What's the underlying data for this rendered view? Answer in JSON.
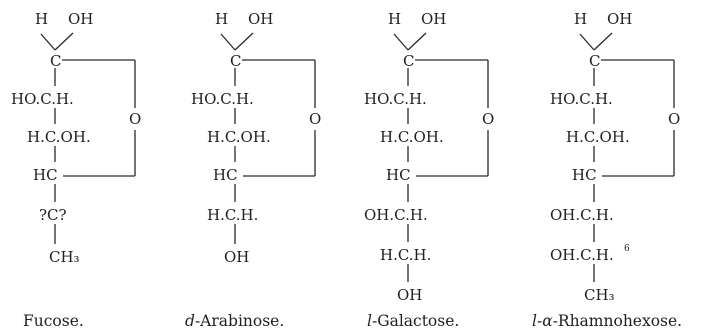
{
  "structures": [
    {
      "name": "Fucose.",
      "name_prefix": "",
      "top_left": "H",
      "top_right": "OH",
      "lines": [
        "C",
        "HO.C.H.",
        "H.C.OH.",
        "HC",
        "?C?",
        "CH₃"
      ],
      "ring_oxygen": "O"
    },
    {
      "name": "-Arabinose.",
      "name_prefix": "d",
      "top_left": "H",
      "top_right": "OH",
      "lines": [
        "C",
        "HO.C.H.",
        "H.C.OH.",
        "HC",
        "H.C.H.",
        "OH"
      ],
      "ring_oxygen": "O"
    },
    {
      "name": "-Galactose.",
      "name_prefix": "l",
      "top_left": "H",
      "top_right": "OH",
      "lines": [
        "C",
        "HO.C.H.",
        "H.C.OH.",
        "HC",
        "OH.C.H.",
        "H.C.H.",
        "OH"
      ],
      "ring_oxygen": "O"
    },
    {
      "name": "-Rhamnohexose.",
      "name_prefix": "l-α",
      "top_left": "H",
      "top_right": "OH",
      "lines": [
        "C",
        "HO.C.H.",
        "H.C.OH.",
        "HC",
        "OH.C.H.",
        "OH.C.H.",
        "CH₃"
      ],
      "ring_oxygen": "O",
      "footnote_mark": "6"
    }
  ]
}
